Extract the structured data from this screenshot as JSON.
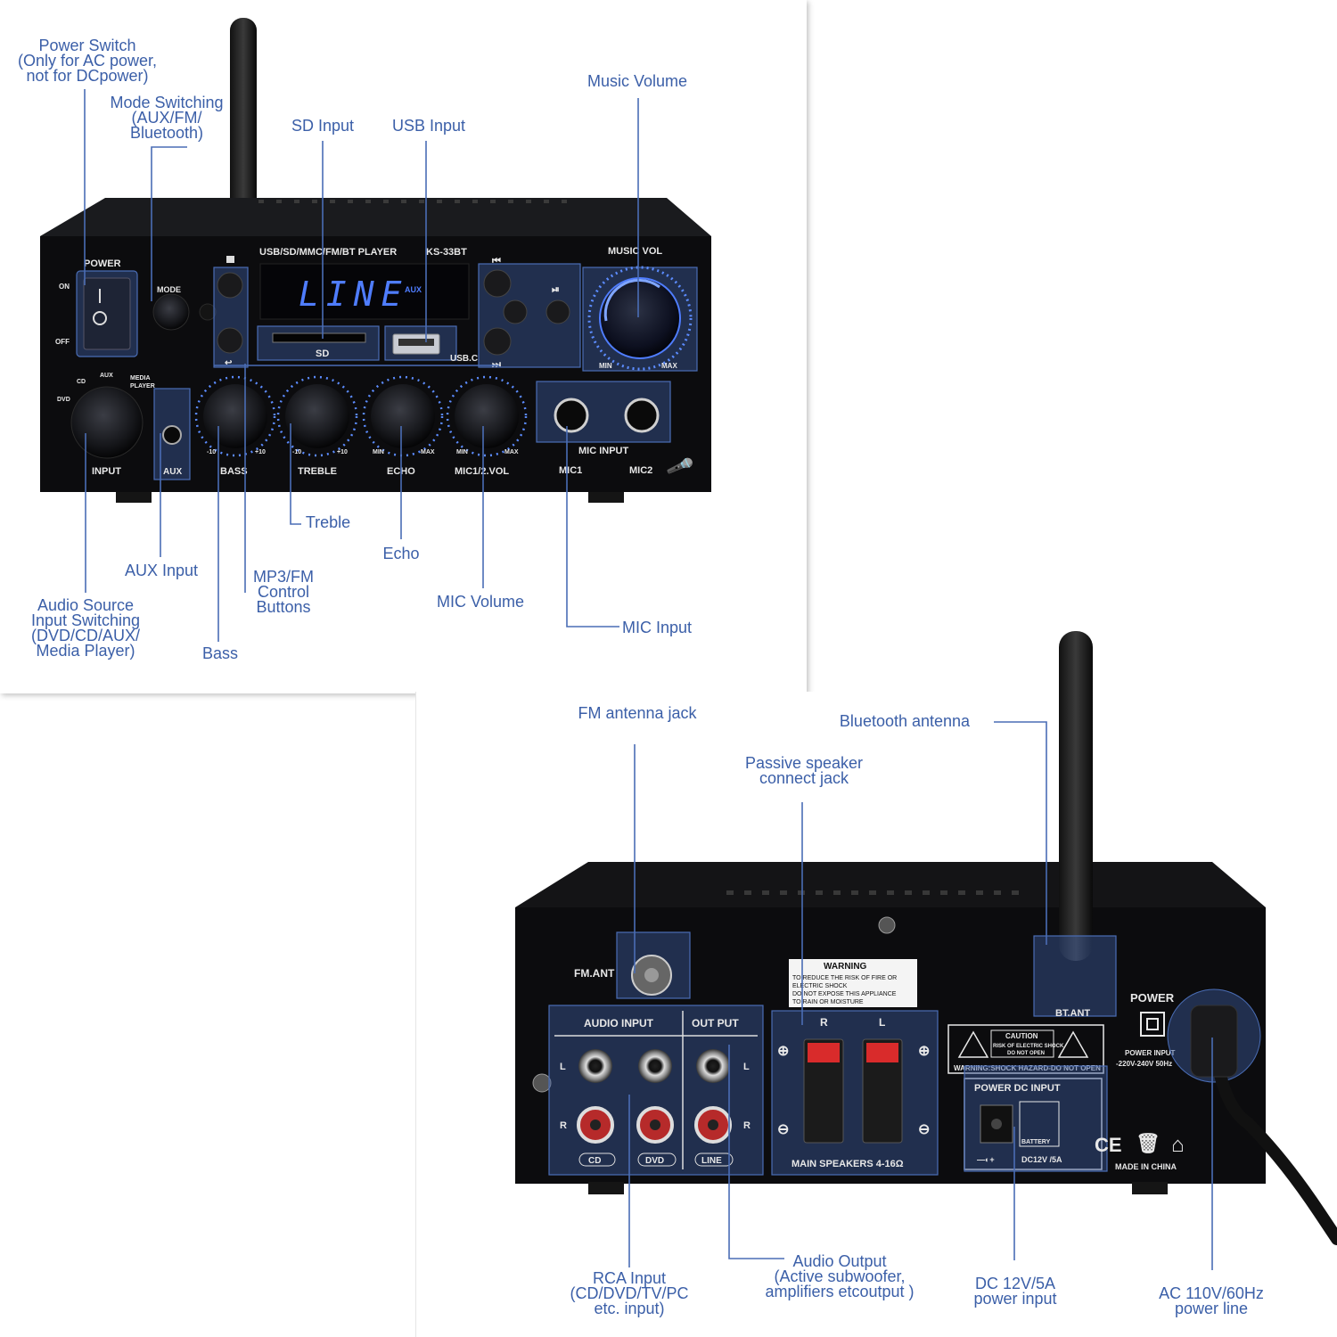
{
  "front_device": {
    "model_title": "USB/SD/MMC/FM/BT PLAYER",
    "model_number": "KS-33BT",
    "display_text": "LINE",
    "display_mode": "AUX",
    "labels": {
      "power": "POWER",
      "on": "ON",
      "off": "OFF",
      "mode": "MODE",
      "sd": "SD",
      "usbc": "USB.C",
      "music_vol": "MUSIC VOL",
      "min": "MIN",
      "max": "MAX",
      "cd": "CD",
      "dvd": "DVD",
      "aux_small": "AUX",
      "media": "MEDIA",
      "player": "PLAYER",
      "input": "INPUT",
      "aux": "AUX",
      "bass": "BASS",
      "treble": "TREBLE",
      "echo": "ECHO",
      "mic_vol": "MIC1/2.VOL",
      "mic_input": "MIC INPUT",
      "mic1": "MIC1",
      "mic2": "MIC2",
      "minus10": "-10",
      "plus10": "+10"
    }
  },
  "back_device": {
    "labels": {
      "fm_ant": "FM.ANT",
      "bt_ant": "BT.ANT",
      "audio_input": "AUDIO INPUT",
      "output": "OUT PUT",
      "l": "L",
      "r": "R",
      "cd": "CD",
      "dvd": "DVD",
      "line": "LINE",
      "warning": "WARNING",
      "warning_1": "TO REDUCE THE RISK OF FIRE OR",
      "warning_2": "ELECTRIC SHOCK",
      "warning_3": "DO NOT EXPOSE THIS APPLIANCE",
      "warning_4": "TO RAIN OR MOISTURE",
      "main_speakers": "MAIN SPEAKERS 4-16Ω",
      "caution": "CAUTION",
      "caution_1": "RISK OF ELECTRIC SHOCK",
      "caution_2": "DO NOT OPEN",
      "shock_warning": "WARNING:SHOCK HAZARD-DO NOT OPEN",
      "power_dc_input": "POWER DC INPUT",
      "battery": "BATTERY",
      "dc_rating": "DC12V /5A",
      "power": "POWER",
      "power_input": "POWER INPUT",
      "power_rating": "-220V-240V 50Hz",
      "made_in": "MADE IN CHINA",
      "ce": "CE"
    }
  },
  "annotations": {
    "power_switch": "Power Switch\n(Only for AC power,\nnot for DCpower)",
    "mode_switching": "Mode Switching\n(AUX/FM/\nBluetooth)",
    "sd_input": "SD Input",
    "usb_input": "USB Input",
    "music_volume": "Music Volume",
    "treble": "Treble",
    "echo": "Echo",
    "aux_input": "AUX Input",
    "mp3_fm": "MP3/FM\nControl\nButtons",
    "mic_volume": "MIC Volume",
    "mic_input": "MIC Input",
    "audio_source": "Audio Source\nInput Switching\n(DVD/CD/AUX/\nMedia Player)",
    "bass": "Bass",
    "fm_antenna": "FM antenna jack",
    "bluetooth_antenna": "Bluetooth antenna",
    "passive_speaker": "Passive speaker\nconnect jack",
    "rca_input": "RCA Input\n(CD/DVD/TV/PC\netc. input)",
    "audio_output": "Audio Output\n(Active subwoofer,\namplifiers etcoutput )",
    "dc_input": "DC 12V/5A\npower input",
    "ac_power": "AC 110V/60Hz\npower line"
  },
  "colors": {
    "annotation": "#3b5fa8",
    "chassis": "#0d0d0f",
    "display": "#4f7dff"
  }
}
